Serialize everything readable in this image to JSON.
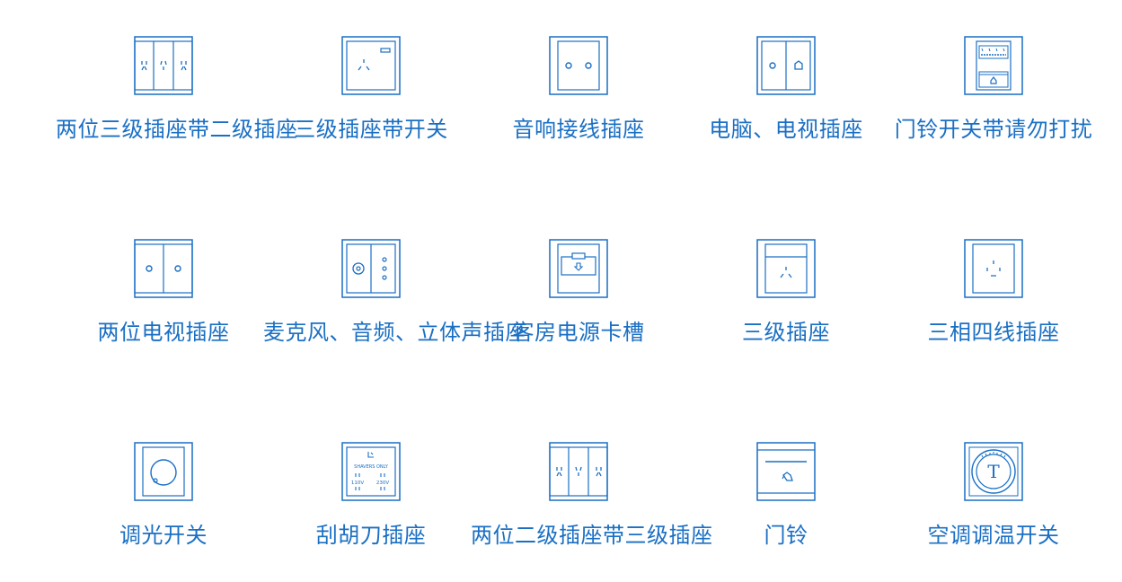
{
  "accent": "#1a6fc4",
  "items": [
    {
      "label": "两位三级插座带二级插座",
      "icon": "dual-three-pin-with-two-pin-socket-icon"
    },
    {
      "label": "三级插座带开关",
      "icon": "three-pin-socket-with-switch-icon"
    },
    {
      "label": "音响接线插座",
      "icon": "speaker-wiring-socket-icon"
    },
    {
      "label": "电脑、电视插座",
      "icon": "computer-tv-socket-icon"
    },
    {
      "label": "门铃开关带请勿打扰",
      "icon": "doorbell-switch-do-not-disturb-icon"
    },
    {
      "label": "两位电视插座",
      "icon": "dual-tv-socket-icon"
    },
    {
      "label": "麦克风、音频、立体声插座",
      "icon": "microphone-audio-stereo-socket-icon"
    },
    {
      "label": "客房电源卡槽",
      "icon": "room-power-card-slot-icon"
    },
    {
      "label": "三级插座",
      "icon": "three-pin-socket-icon"
    },
    {
      "label": "三相四线插座",
      "icon": "three-phase-four-wire-socket-icon"
    },
    {
      "label": "调光开关",
      "icon": "dimmer-switch-icon"
    },
    {
      "label": "刮胡刀插座",
      "icon": "shaver-socket-icon"
    },
    {
      "label": "两位二级插座带三级插座",
      "icon": "dual-two-pin-with-three-pin-socket-icon"
    },
    {
      "label": "门铃",
      "icon": "doorbell-icon"
    },
    {
      "label": "空调调温开关",
      "icon": "ac-thermostat-switch-icon"
    }
  ],
  "shaver": {
    "top_text": "SHAVERS ONLY",
    "left_volt": "110V",
    "right_volt": "230V"
  },
  "thermostat": {
    "glyph": "T"
  }
}
